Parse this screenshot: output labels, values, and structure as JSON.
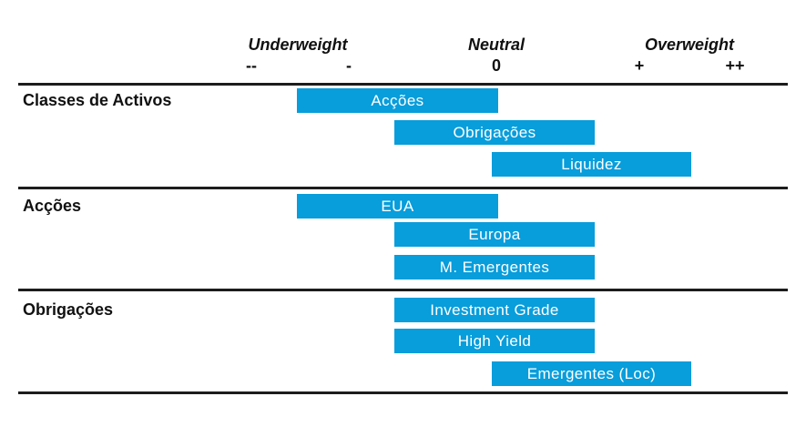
{
  "header": {
    "zones": [
      {
        "label": "Underweight"
      },
      {
        "label": "Neutral"
      },
      {
        "label": "Overweight"
      }
    ],
    "ticks": [
      {
        "label": "--"
      },
      {
        "label": "-"
      },
      {
        "label": "0"
      },
      {
        "label": "+"
      },
      {
        "label": "++"
      }
    ]
  },
  "sections": [
    {
      "label": "Classes de Activos",
      "bars": [
        {
          "label": "Acções"
        },
        {
          "label": "Obrigações"
        },
        {
          "label": "Liquidez"
        }
      ]
    },
    {
      "label": "Acções",
      "bars": [
        {
          "label": "EUA"
        },
        {
          "label": "Europa"
        },
        {
          "label": "M. Emergentes"
        }
      ]
    },
    {
      "label": "Obrigações",
      "bars": [
        {
          "label": "Investment Grade"
        },
        {
          "label": "High Yield"
        },
        {
          "label": "Emergentes (Loc)"
        }
      ]
    }
  ],
  "colors": {
    "bar": "#089DDB",
    "bar_text": "#FFFFFF",
    "rule": "#1C1C1C",
    "text": "#111111"
  },
  "chart_data": {
    "type": "bar",
    "orientation": "horizontal-positioning",
    "zones": [
      "Underweight",
      "Neutral",
      "Overweight"
    ],
    "tick_labels": [
      "--",
      "-",
      "0",
      "+",
      "++"
    ],
    "tick_values": [
      -2,
      -1,
      0,
      1,
      2
    ],
    "x_range": [
      -2,
      2
    ],
    "grid": false,
    "series": [
      {
        "section": "Classes de Activos",
        "name": "Acções",
        "span": [
          -1.5,
          0
        ],
        "stance": "underweight"
      },
      {
        "section": "Classes de Activos",
        "name": "Obrigações",
        "span": [
          -0.7,
          0.7
        ],
        "stance": "neutral"
      },
      {
        "section": "Classes de Activos",
        "name": "Liquidez",
        "span": [
          0,
          1.5
        ],
        "stance": "overweight"
      },
      {
        "section": "Acções",
        "name": "EUA",
        "span": [
          -1.5,
          0
        ],
        "stance": "underweight"
      },
      {
        "section": "Acções",
        "name": "Europa",
        "span": [
          -0.7,
          0.7
        ],
        "stance": "neutral"
      },
      {
        "section": "Acções",
        "name": "M. Emergentes",
        "span": [
          -0.7,
          0.7
        ],
        "stance": "neutral"
      },
      {
        "section": "Obrigações",
        "name": "Investment Grade",
        "span": [
          -0.7,
          0.7
        ],
        "stance": "neutral"
      },
      {
        "section": "Obrigações",
        "name": "High Yield",
        "span": [
          -0.7,
          0.7
        ],
        "stance": "neutral"
      },
      {
        "section": "Obrigações",
        "name": "Emergentes (Loc)",
        "span": [
          0,
          1.5
        ],
        "stance": "overweight"
      }
    ]
  }
}
